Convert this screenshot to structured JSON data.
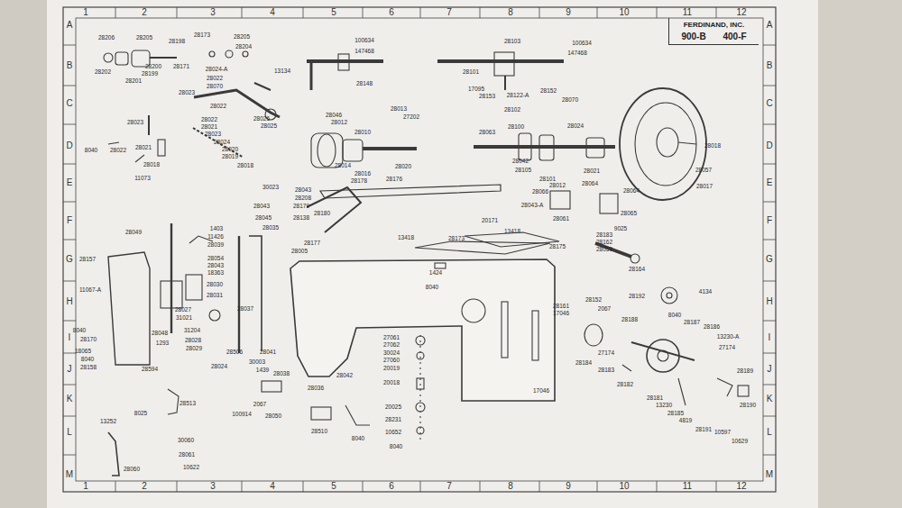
{
  "diagram": {
    "nodes": [
      {
        "text": [
          "FERDINAND, INC.",
          "900-B",
          "400-F"
        ]
      }
    ],
    "labels": [
      "1",
      "2",
      "3",
      "4",
      "5",
      "6",
      "7",
      "8",
      "9",
      "10",
      "11",
      "12",
      "1",
      "2",
      "3",
      "4",
      "5",
      "6",
      "7",
      "8",
      "9",
      "10",
      "11",
      "12",
      "A",
      "B",
      "C",
      "D",
      "E",
      "F",
      "G",
      "H",
      "I",
      "J",
      "K",
      "L",
      "M",
      "A",
      "B",
      "C",
      "D",
      "E",
      "F",
      "G",
      "H",
      "I",
      "J",
      "K",
      "L",
      "M",
      "28206",
      "28205",
      "28198",
      "28173",
      "28205",
      "28204",
      "28202",
      "28200",
      "28199",
      "28201",
      "28171",
      "28024-A",
      "28022",
      "28070",
      "13134",
      "28023",
      "28022",
      "28026",
      "28025",
      "28023",
      "28022",
      "28021",
      "28023",
      "28024",
      "28020",
      "28019",
      "28018",
      "28021",
      "8040",
      "28022",
      "28018",
      "11073",
      "30023",
      "100634",
      "147468",
      "28148",
      "28013",
      "28046",
      "28012",
      "28010",
      "28014",
      "28016",
      "28020",
      "28103",
      "100634",
      "147468",
      "28101",
      "17095",
      "28153",
      "28122-A",
      "28152",
      "28070",
      "28102",
      "28100",
      "28063",
      "28024",
      "28042",
      "28105",
      "28101",
      "28021",
      "28012",
      "28066",
      "28064",
      "28064",
      "28043-A",
      "28065",
      "28061",
      "28018",
      "28057",
      "28017",
      "28043",
      "28208",
      "28179",
      "28178",
      "28176",
      "28180",
      "28138",
      "28043",
      "28045",
      "28035",
      "28177",
      "28005",
      "20171",
      "13418",
      "28173",
      "13418",
      "28175",
      "9025",
      "28183",
      "28162",
      "28059",
      "28164",
      "1424",
      "8040",
      "28049",
      "1403",
      "11426",
      "28039",
      "28157",
      "11067-A",
      "28054",
      "28043",
      "18363",
      "28030",
      "28031",
      "28037",
      "28027",
      "31021",
      "8040",
      "28170",
      "28048",
      "1293",
      "18065",
      "8040",
      "28158",
      "28594",
      "31204",
      "28028",
      "28029",
      "28506",
      "28041",
      "28024",
      "30003",
      "1439",
      "28038",
      "28036",
      "28042",
      "8025",
      "28513",
      "100914",
      "2067",
      "28050",
      "28510",
      "8040",
      "13252",
      "30060",
      "28061",
      "28060",
      "10622",
      "27061",
      "27062",
      "30024",
      "27060",
      "20019",
      "20018",
      "20025",
      "28231",
      "10652",
      "8040",
      "17046",
      "28161",
      "17046",
      "28152",
      "28192",
      "4134",
      "2067",
      "8040",
      "28188",
      "28187",
      "28186",
      "13230-A",
      "27174",
      "27174",
      "28184",
      "28183",
      "28182",
      "28189",
      "28190",
      "28181",
      "13230",
      "28185",
      "4819",
      "28191",
      "10597",
      "10629",
      "27202"
    ]
  }
}
